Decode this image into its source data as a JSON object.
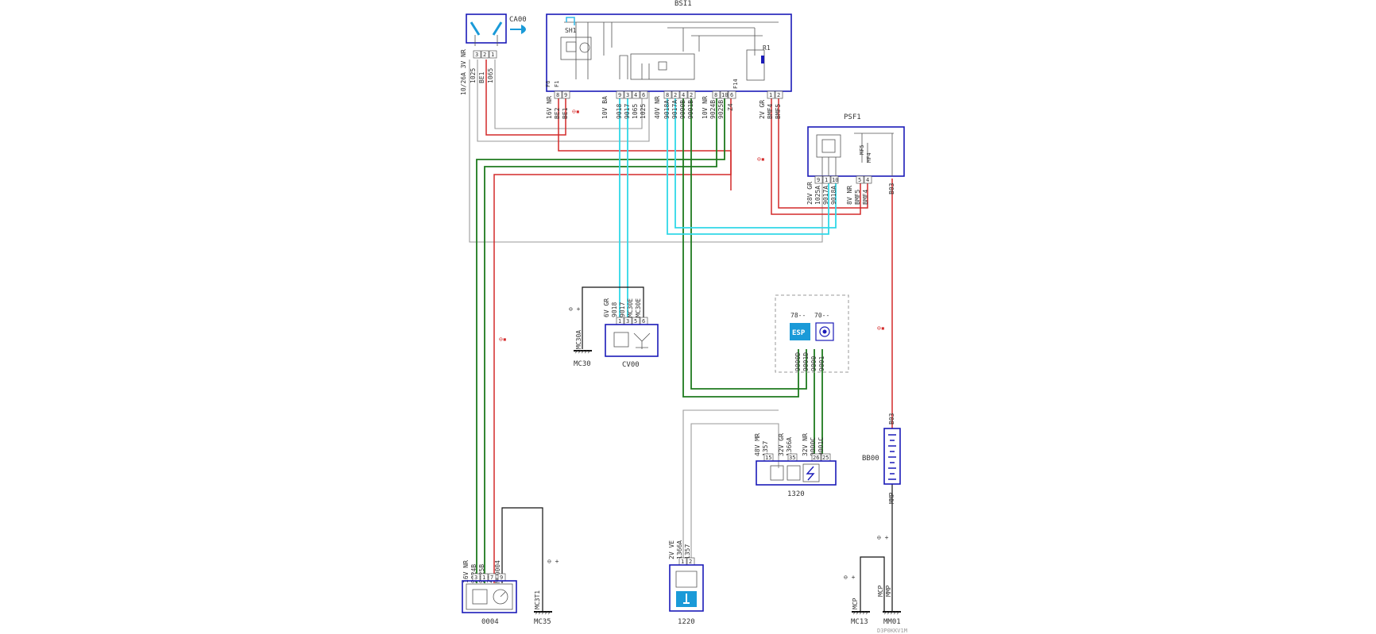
{
  "components": {
    "bsi1": "BSI1",
    "ca00": "CA00",
    "psf1": "PSF1",
    "cv00": "CV00",
    "bb00": "BB00",
    "c1320": "1320",
    "c1220": "1220",
    "c0004": "0004",
    "mc30": "MC30",
    "mc35": "MC35",
    "mc13": "MC13",
    "mm01": "MM01"
  },
  "internal": {
    "sh1": "SH1",
    "r1": "R1",
    "f6": "F6",
    "f1": "F1",
    "f14": "F14",
    "mf5": "MF5",
    "mf4": "MF4"
  },
  "connectors": {
    "ca00_conn": "10/26A 3V NR",
    "bsi_c1": "16V NR",
    "bsi_c2": "10V BA",
    "bsi_c3": "40V NR",
    "bsi_c4": "10V NR",
    "bsi_c5": "2V GR",
    "psf_c1": "28V GR",
    "psf_c2": "8V NR",
    "cv00_conn": "6V GR",
    "c0004_conn": "16V NR",
    "c1320_c1": "48V MR",
    "c1320_c2": "32V GR",
    "c1320_c3": "32V NR",
    "c1220_conn": "2V VE"
  },
  "wires": {
    "ca00_1": "1025",
    "ca00_2": "BE1",
    "ca00_3": "1065",
    "bsi_w1": "BE2",
    "bsi_w2": "BE1",
    "bsi_w3": "9018",
    "bsi_w4": "9017",
    "bsi_w5": "1065",
    "bsi_w6": "1025",
    "bsi_w7": "9018A",
    "bsi_w8": "9017A",
    "bsi_w9": "9000B",
    "bsi_w10": "9001B",
    "bsi_w11": "9024B",
    "bsi_w12": "9025B",
    "bsi_w13": "Z4",
    "bsi_w14": "BMF4",
    "bsi_w15": "BMF5",
    "psf_w1": "1025A",
    "psf_w2": "9017A",
    "psf_w3": "9018A",
    "psf_w4": "BMF5",
    "psf_w5": "BMF4",
    "psf_w6": "B03",
    "cv_w1": "9018",
    "cv_w2": "9017",
    "cv_w3": "MC30E",
    "cv_w4": "MC30E",
    "cv_ground": "MC30A",
    "esp_w1": "9000D",
    "esp_w2": "9001D",
    "esp_w3": "9000",
    "esp_w4": "9001",
    "c1320_w1": "1357",
    "c1320_w2": "1366A",
    "c1320_w3": "9000C",
    "c1320_w4": "9001C",
    "c0004_w1": "9024B",
    "c0004_w2": "9025B",
    "c0004_w3": "Z4",
    "c0004_w4": "MC0004",
    "c0004_ground": "MC3T1",
    "c1220_w1": "1366A",
    "c1220_w2": "1357",
    "bb00_top": "B03",
    "bb00_bottom": "MMP",
    "mc13_w": "MCP",
    "mm01_w1": "MCP",
    "mm01_w2": "MMP"
  },
  "pins": {
    "ca00": [
      "3",
      "2",
      "1"
    ],
    "bsi_g1": [
      "8",
      "9"
    ],
    "bsi_g2": [
      "9",
      "3",
      "4",
      "6"
    ],
    "bsi_g3": [
      "8",
      "2",
      "4",
      "2"
    ],
    "bsi_g4": [
      "8",
      "10",
      "6"
    ],
    "bsi_g5": [
      "1",
      "2"
    ],
    "psf": [
      "9",
      "1",
      "10"
    ],
    "psf_b": [
      "5",
      "4"
    ],
    "cv00": [
      "1",
      "3",
      "5",
      "6"
    ],
    "c1320": [
      "15",
      "35",
      "26",
      "25"
    ],
    "c1220": [
      "1",
      "2"
    ],
    "c0004": [
      "3",
      "1",
      "7",
      "9"
    ]
  },
  "esp_module": {
    "code_a": "78--",
    "code_b": "70--",
    "esp_label": "ESP"
  },
  "fuse_marks": {
    "m1": "⊖▪",
    "m2": "⊖▪",
    "m3": "⊖▪",
    "m4": "⊖▪"
  },
  "ground_marks": {
    "g1": "⊖ +",
    "g2": "⊖ +",
    "g3": "⊖ +",
    "g4": "⊖ +"
  },
  "footer_code": "D3P0KKV1M",
  "colors": {
    "box_blue": "#1a1ab8",
    "wire_red": "#d42a2a",
    "wire_green": "#1e7a1e",
    "wire_cyan": "#30d8e8",
    "wire_gray": "#9a9a9a",
    "esp_blue": "#1a9ad8"
  },
  "icons": [
    "key-icon",
    "ecu-chip-icon",
    "fan-icon",
    "esp-icon",
    "brake-icon",
    "thermometer-icon",
    "battery-icon",
    "ground-icon"
  ]
}
